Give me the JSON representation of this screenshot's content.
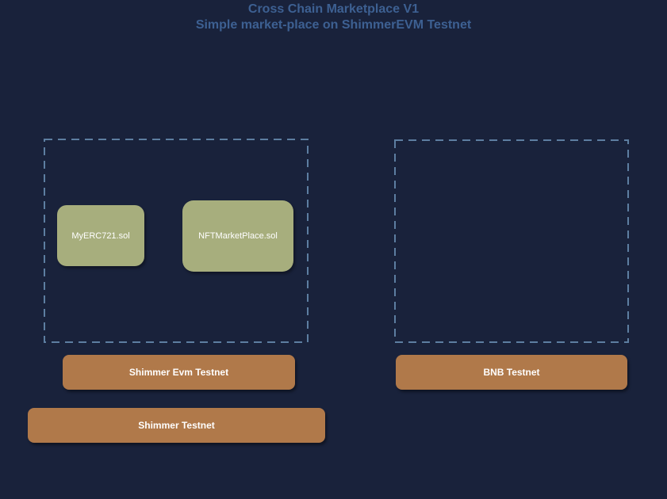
{
  "header": {
    "title": "Cross Chain Marketplace V1",
    "subtitle": "Simple market-place on ShimmerEVM Testnet"
  },
  "colors": {
    "background": "#19223b",
    "heading_text": "#3d6092",
    "group_dashed_border": "#5d7ea1",
    "contract_fill": "#a7ae7d",
    "network_fill": "#b0794a",
    "node_text": "#ffffff"
  },
  "diagram": {
    "groups": [
      {
        "name": "shimmer-evm-testnet-contracts-area",
        "style": "dashed"
      },
      {
        "name": "bnb-testnet-contracts-area",
        "style": "dashed"
      }
    ],
    "contracts": [
      {
        "label": "MyERC721.sol"
      },
      {
        "label": "NFTMarketPlace.sol"
      }
    ],
    "networks": [
      {
        "label": "Shimmer Evm Testnet"
      },
      {
        "label": "BNB Testnet"
      },
      {
        "label": "Shimmer Testnet"
      }
    ]
  }
}
